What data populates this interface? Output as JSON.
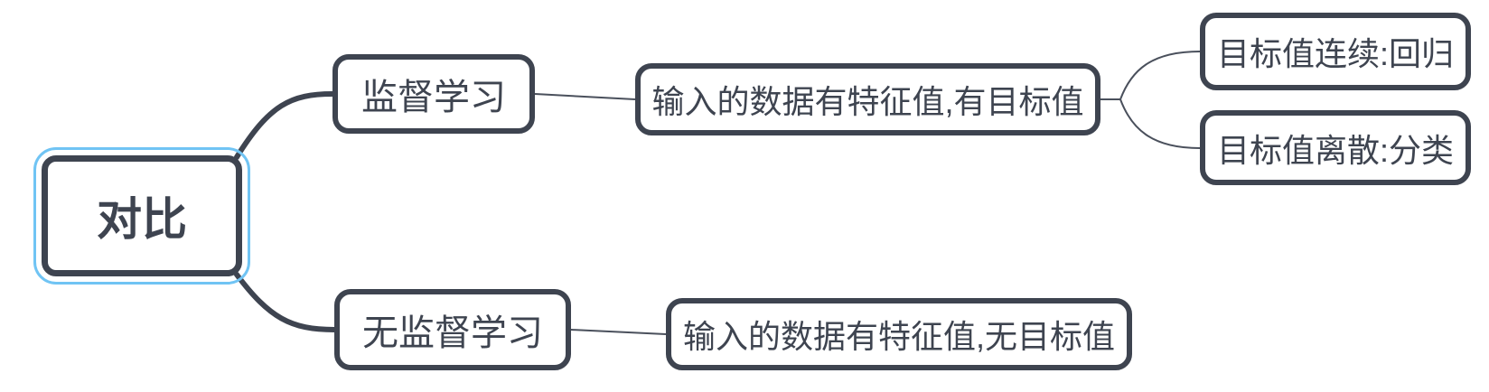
{
  "app": {
    "type": "mind-map-diagram"
  },
  "colors": {
    "node_border": "#3e4450",
    "node_text": "#3e4450",
    "thin_connector": "#4a505c",
    "selection_outline": "#70c4f4",
    "background": "#ffffff"
  },
  "mindmap": {
    "root": {
      "label": "对比",
      "selected": true
    },
    "branches": [
      {
        "topic": {
          "label": "监督学习"
        },
        "detail": {
          "label": "输入的数据有特征值,有目标值"
        },
        "children": [
          {
            "label": "目标值连续:回归"
          },
          {
            "label": "目标值离散:分类"
          }
        ]
      },
      {
        "topic": {
          "label": "无监督学习"
        },
        "detail": {
          "label": "输入的数据有特征值,无目标值"
        },
        "children": []
      }
    ]
  }
}
